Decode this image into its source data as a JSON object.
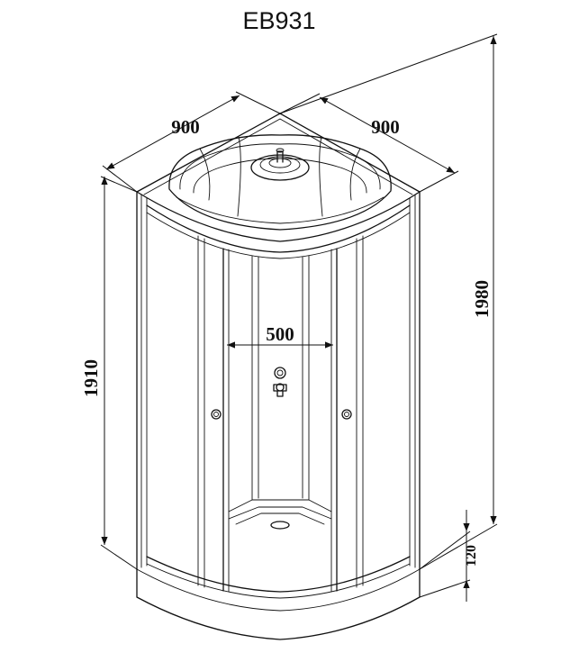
{
  "title": "EB931",
  "dimensions": {
    "width_left": "900",
    "width_right": "900",
    "door_opening": "500",
    "cabin_height": "1910",
    "total_height": "1980",
    "tray_height": "120"
  },
  "colors": {
    "line": "#111111",
    "background": "#ffffff"
  }
}
